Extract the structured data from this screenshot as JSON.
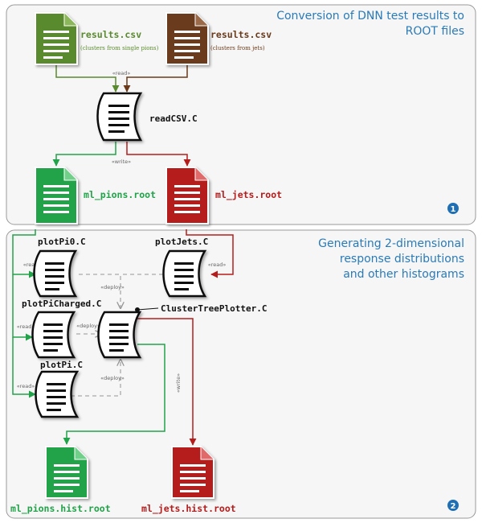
{
  "panels": [
    {
      "title_lines": [
        "Conversion of DNN test results to",
        "ROOT files"
      ],
      "number": "1"
    },
    {
      "title_lines": [
        "Generating 2-dimensional",
        "response distributions",
        "and other histograms"
      ],
      "number": "2"
    }
  ],
  "files": {
    "results_pions": {
      "name": "results.csv",
      "note": "(clusters from single pions)"
    },
    "results_jets": {
      "name": "results.csv",
      "note": "(clusters from jets)"
    },
    "ml_pions": {
      "name": "ml_pions.root"
    },
    "ml_jets": {
      "name": "ml_jets.root"
    },
    "ml_pions_hist": {
      "name": "ml_pions.hist.root"
    },
    "ml_jets_hist": {
      "name": "ml_jets.hist.root"
    }
  },
  "scripts": {
    "readCSV": "readCSV.C",
    "plotPi0": "plotPi0.C",
    "plotJets": "plotJets.C",
    "plotPiCharged": "plotPiCharged.C",
    "plotPi": "plotPi.C",
    "clusterTreePlotter": "ClusterTreePlotter.C"
  },
  "stereotypes": {
    "read": "«read»",
    "write": "«write»",
    "deploy": "«deploy»"
  },
  "colors": {
    "pions_input": "#5a8a2e",
    "jets_input": "#6b3a1a",
    "pions_output": "#22a34a",
    "jets_output": "#b51c1c",
    "title": "#2a7ab8",
    "badge": "#1f6fb5",
    "dashed": "#aaaaaa",
    "panel_bg": "#f6f6f6",
    "panel_border": "#999999"
  }
}
